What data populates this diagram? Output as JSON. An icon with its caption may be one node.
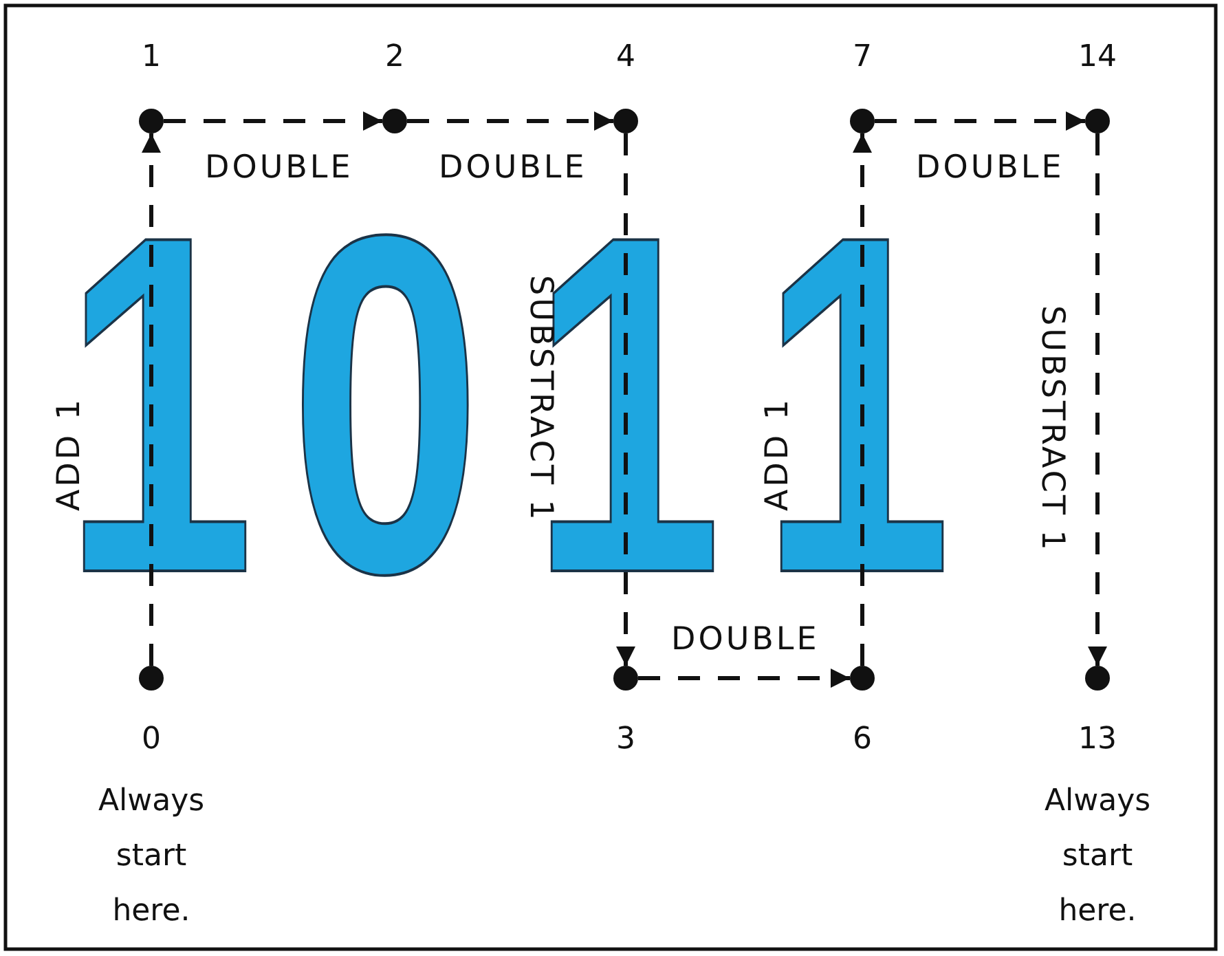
{
  "diagram": {
    "nodes": [
      {
        "text": [],
        "shape": "circle",
        "beside": [
          "1"
        ]
      },
      {
        "text": [],
        "shape": "circle",
        "beside": [
          "2"
        ]
      },
      {
        "text": [],
        "shape": "circle",
        "beside": [
          "4"
        ]
      },
      {
        "text": [],
        "shape": "circle",
        "beside": [
          "7"
        ]
      },
      {
        "text": [],
        "shape": "circle",
        "beside": [
          "14"
        ]
      },
      {
        "text": [],
        "shape": "circle",
        "beside": [
          "0",
          "Always start here."
        ]
      },
      {
        "text": [],
        "shape": "circle",
        "beside": [
          "3"
        ]
      },
      {
        "text": [],
        "shape": "circle",
        "beside": [
          "6"
        ]
      },
      {
        "text": [],
        "shape": "circle",
        "beside": [
          "13",
          "Always start here."
        ]
      }
    ],
    "edges": [
      {
        "from": 5,
        "to": 0,
        "arrow": "to",
        "label": "ADD 1",
        "style": "dashed"
      },
      {
        "from": 0,
        "to": 1,
        "arrow": "to",
        "label": "DOUBLE",
        "style": "dashed"
      },
      {
        "from": 1,
        "to": 2,
        "arrow": "to",
        "label": "DOUBLE",
        "style": "dashed"
      },
      {
        "from": 2,
        "to": 6,
        "arrow": "to",
        "label": "SUBSTRACT 1",
        "style": "dashed"
      },
      {
        "from": 6,
        "to": 7,
        "arrow": "to",
        "label": "DOUBLE",
        "style": "dashed"
      },
      {
        "from": 7,
        "to": 3,
        "arrow": "to",
        "label": "ADD 1",
        "style": "dashed"
      },
      {
        "from": 3,
        "to": 4,
        "arrow": "to",
        "label": "DOUBLE",
        "style": "dashed"
      },
      {
        "from": 4,
        "to": 8,
        "arrow": "to",
        "label": "SUBSTRACT 1",
        "style": "dashed"
      }
    ],
    "labels": [
      "1",
      "0",
      "1",
      "1"
    ]
  }
}
